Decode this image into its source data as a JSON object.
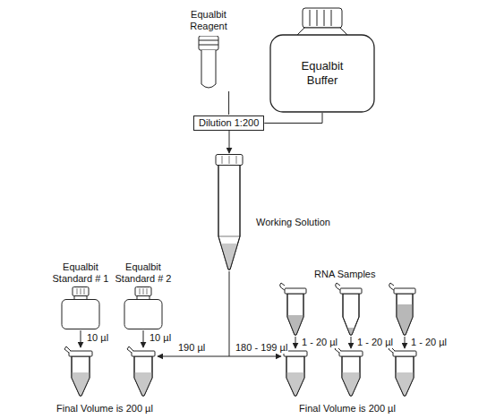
{
  "diagram": {
    "nodes": [
      {
        "text": [
          "Equalbit Reagent"
        ]
      },
      {
        "text": [
          "Equalbit Buffer"
        ]
      },
      {
        "text": [
          "Dilution 1:200"
        ]
      },
      {
        "text": [
          "Working Solution"
        ]
      },
      {
        "text": [
          "Equalbit Standard # 1"
        ]
      },
      {
        "text": [
          "Equalbit Standard # 2"
        ]
      }
    ],
    "edges": [
      {
        "from": 0,
        "to": 2,
        "arrow": "none"
      },
      {
        "from": 1,
        "to": 2,
        "arrow": "none"
      },
      {
        "from": 2,
        "to": 3,
        "arrow": "to"
      }
    ],
    "labels": [
      "10 µl",
      "10 µl",
      "190 µl",
      "180 - 199 µl",
      "RNA Samples",
      "1 - 20 µl",
      "1 - 20 µl",
      "1 - 20 µl",
      "Final Volume is 200 µl",
      "Final Volume is 200 µl"
    ]
  }
}
